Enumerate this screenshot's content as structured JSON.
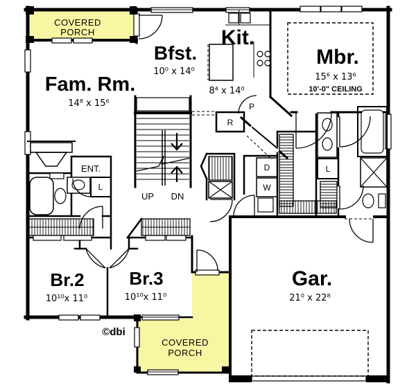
{
  "colors": {
    "porch": "#F8F5A3",
    "wall": "#000000",
    "background": "#FFFFFF"
  },
  "rooms": {
    "fam": {
      "name": "Fam. Rm.",
      "dims": "14⁸ x 15⁶"
    },
    "bfst": {
      "name": "Bfst.",
      "dims": "10⁰ x 14⁰"
    },
    "kit": {
      "name": "Kit.",
      "dims": "8⁴ x 14⁰"
    },
    "mbr": {
      "name": "Mbr.",
      "dims": "15⁶ x 13⁶",
      "ceiling": "10'-0\" CEILING"
    },
    "br2": {
      "name": "Br.2",
      "dims": "10¹⁰x 11⁰"
    },
    "br3": {
      "name": "Br.3",
      "dims": "10¹⁰x 11⁰"
    },
    "gar": {
      "name": "Gar.",
      "dims": "21⁰ x 22⁸"
    },
    "ent": {
      "name": "ENT."
    },
    "porch_top": {
      "line1": "COVERED",
      "line2": "PORCH"
    },
    "porch_bottom": {
      "line1": "COVERED",
      "line2": "PORCH"
    }
  },
  "stairs": {
    "up": "UP",
    "dn": "DN"
  },
  "fixtures": {
    "fridge": "R",
    "pantry": "P",
    "dryer": "D",
    "washer": "W",
    "linen_hall": "L",
    "linen_master": "L"
  },
  "copyright": "©dbi"
}
